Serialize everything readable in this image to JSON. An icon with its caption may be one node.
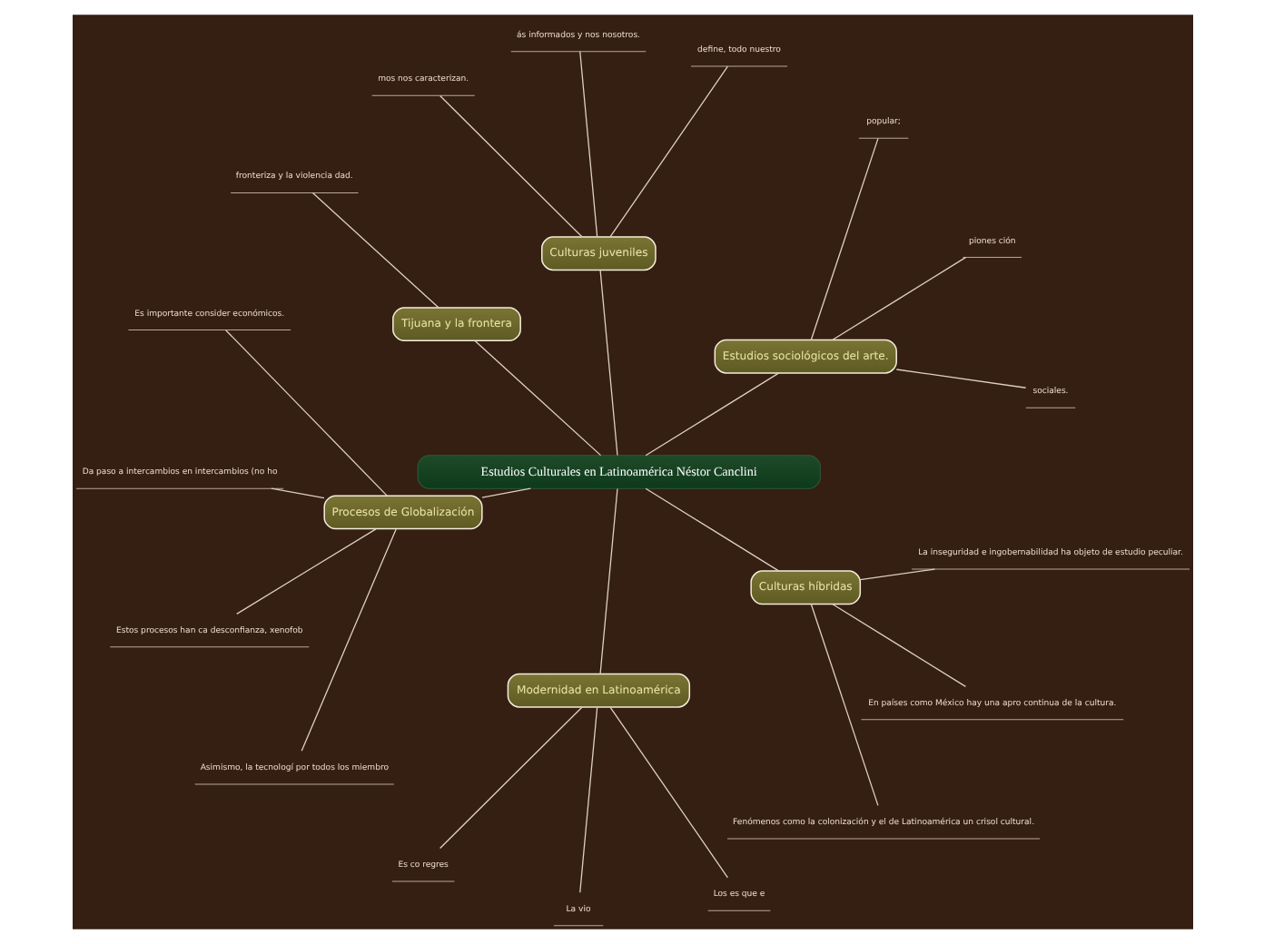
{
  "diagram": {
    "nodes": [
      {
        "text": [
          "Estudios Culturales en Latinoamérica Néstor Canclini"
        ]
      },
      {
        "text": [
          "Estudios sociológicos del arte."
        ]
      },
      {
        "text": [
          "sociales."
        ]
      },
      {
        "text": [
          "piones ción"
        ]
      },
      {
        "text": [
          "popular;"
        ]
      },
      {
        "text": [
          "Culturas juveniles"
        ]
      },
      {
        "text": [
          "define, todo nuestro"
        ]
      },
      {
        "text": [
          "ás informados y nos nosotros."
        ]
      },
      {
        "text": [
          "mos nos caracterizan."
        ]
      },
      {
        "text": [
          "Tijuana y la frontera"
        ]
      },
      {
        "text": [
          "fronteriza y la violencia dad."
        ]
      },
      {
        "text": [
          "Procesos de Globalización"
        ]
      },
      {
        "text": [
          "Es importante consider económicos."
        ]
      },
      {
        "text": [
          "Da paso a intercambios en intercambios (no ho"
        ]
      },
      {
        "text": [
          "Estos procesos han ca desconfianza, xenofob"
        ]
      },
      {
        "text": [
          "Asimismo, la tecnologí por todos los miembro"
        ]
      },
      {
        "text": [
          "Modernidad en Latinoamérica"
        ]
      },
      {
        "text": [
          "Es co regres"
        ]
      },
      {
        "text": [
          "La vio"
        ]
      },
      {
        "text": [
          "Los es que e"
        ]
      },
      {
        "text": [
          "Culturas híbridas"
        ]
      },
      {
        "text": [
          "Fenómenos como la colonización y el de Latinoamérica un crisol cultural."
        ]
      },
      {
        "text": [
          "En países como México hay una apro continua de la cultura."
        ]
      },
      {
        "text": [
          "La inseguridad e ingobernabilidad ha objeto de estudio peculiar."
        ]
      }
    ],
    "edges": [
      {
        "from": 0,
        "to": 1,
        "arrow": "none"
      },
      {
        "from": 1,
        "to": 2,
        "arrow": "none"
      },
      {
        "from": 1,
        "to": 3,
        "arrow": "none"
      },
      {
        "from": 1,
        "to": 4,
        "arrow": "none"
      },
      {
        "from": 0,
        "to": 5,
        "arrow": "none"
      },
      {
        "from": 5,
        "to": 6,
        "arrow": "none"
      },
      {
        "from": 5,
        "to": 7,
        "arrow": "none"
      },
      {
        "from": 5,
        "to": 8,
        "arrow": "none"
      },
      {
        "from": 0,
        "to": 9,
        "arrow": "none"
      },
      {
        "from": 9,
        "to": 10,
        "arrow": "none"
      },
      {
        "from": 0,
        "to": 11,
        "arrow": "none"
      },
      {
        "from": 11,
        "to": 12,
        "arrow": "none"
      },
      {
        "from": 11,
        "to": 13,
        "arrow": "none"
      },
      {
        "from": 11,
        "to": 14,
        "arrow": "none"
      },
      {
        "from": 11,
        "to": 15,
        "arrow": "none"
      },
      {
        "from": 0,
        "to": 16,
        "arrow": "none"
      },
      {
        "from": 16,
        "to": 17,
        "arrow": "none"
      },
      {
        "from": 16,
        "to": 18,
        "arrow": "none"
      },
      {
        "from": 16,
        "to": 19,
        "arrow": "none"
      },
      {
        "from": 0,
        "to": 20,
        "arrow": "none"
      },
      {
        "from": 20,
        "to": 21,
        "arrow": "none"
      },
      {
        "from": 20,
        "to": 22,
        "arrow": "none"
      },
      {
        "from": 20,
        "to": 23,
        "arrow": "none"
      }
    ]
  }
}
